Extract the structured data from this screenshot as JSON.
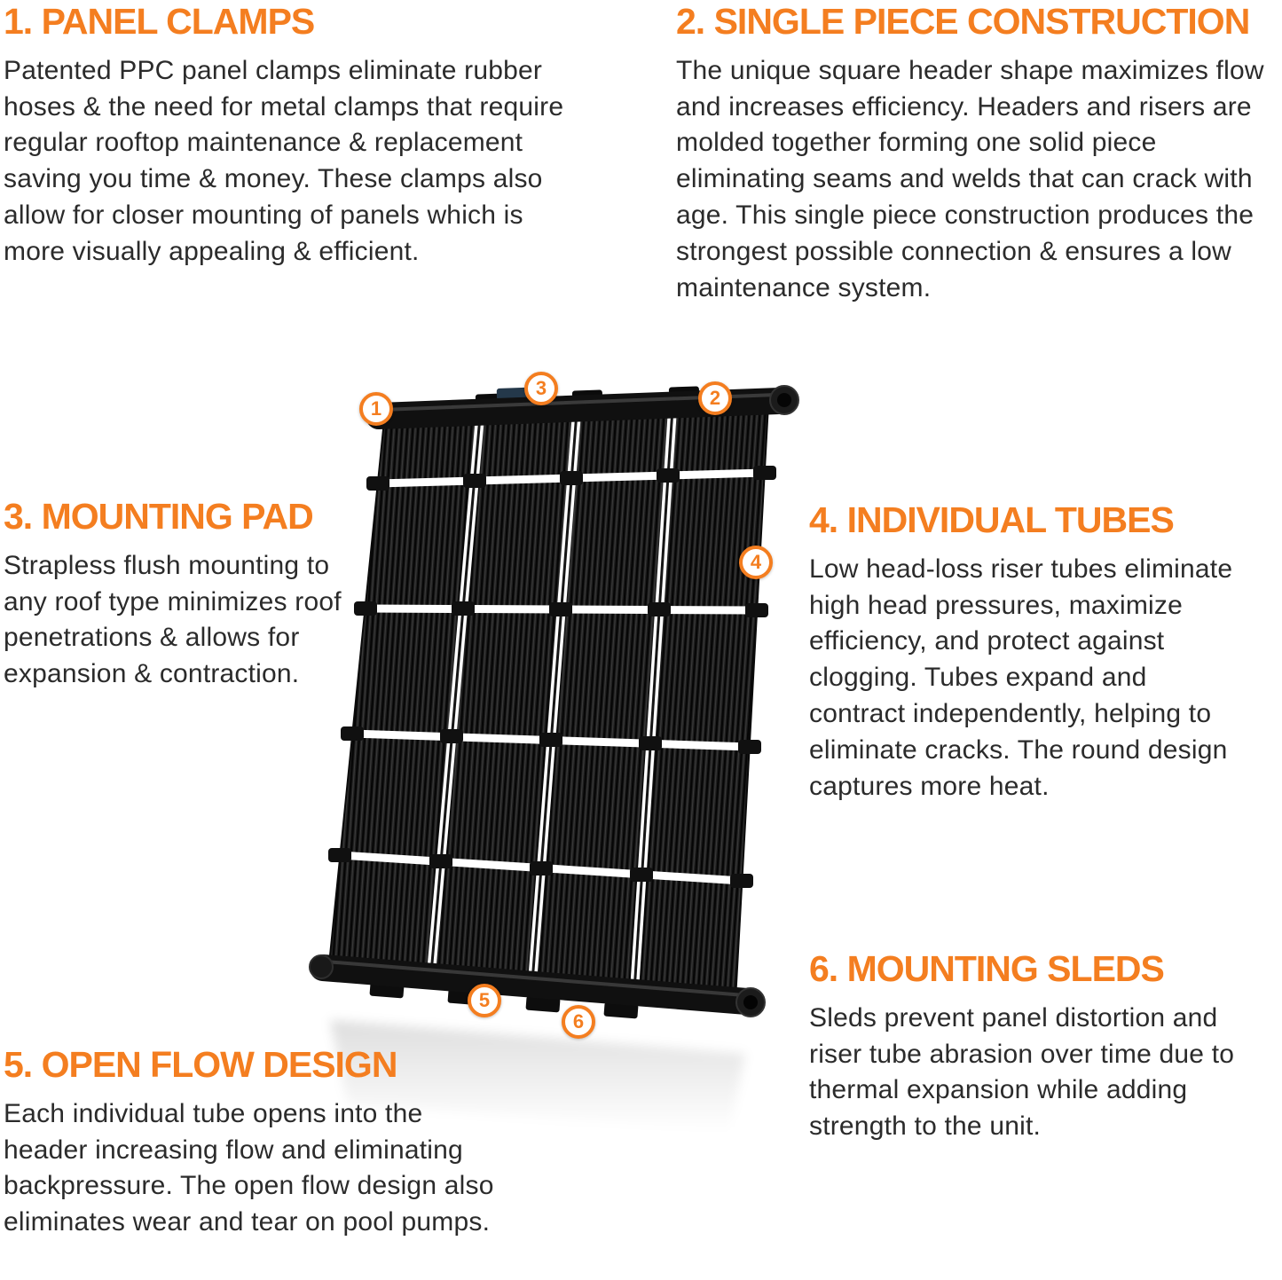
{
  "colors": {
    "accent": "#F47E20",
    "body_text": "#2B2B2B",
    "panel_black": "#141414"
  },
  "illustration": {
    "name": "solar-pool-heating-panel",
    "description": "Black tubular solar pool heater panel shown at an angle with numbered feature callouts"
  },
  "sections": [
    {
      "heading": "1. PANEL CLAMPS",
      "body": "Patented PPC panel clamps eliminate rubber hoses & the need for metal clamps that require regular rooftop maintenance & replacement saving you time & money. These clamps also allow for closer mounting of panels which is more visually appealing & efficient."
    },
    {
      "heading": "2. SINGLE PIECE CONSTRUCTION",
      "body": "The unique square header shape maximizes flow and increases efficiency. Headers and risers are molded together forming one solid piece eliminating seams and welds that can crack with age. This single piece construction produces the strongest possible connection & ensures a low maintenance system."
    },
    {
      "heading": "3. MOUNTING PAD",
      "body": "Strapless flush mounting to any roof type minimizes roof penetrations & allows for expansion & contraction."
    },
    {
      "heading": "4. INDIVIDUAL TUBES",
      "body": "Low head-loss riser tubes eliminate high head pressures, maximize efficiency, and protect against clogging. Tubes expand and contract independently, helping to eliminate cracks. The round design captures more heat."
    },
    {
      "heading": "5. OPEN FLOW DESIGN",
      "body": "Each individual tube opens into the header increasing flow and eliminating backpressure. The open flow design also eliminates wear and tear on pool pumps."
    },
    {
      "heading": "6. MOUNTING SLEDS",
      "body": "Sleds prevent panel distortion and riser tube abrasion over time due to thermal expansion while adding strength to the unit."
    }
  ],
  "badges": [
    {
      "label": "1"
    },
    {
      "label": "2"
    },
    {
      "label": "3"
    },
    {
      "label": "4"
    },
    {
      "label": "5"
    },
    {
      "label": "6"
    }
  ]
}
